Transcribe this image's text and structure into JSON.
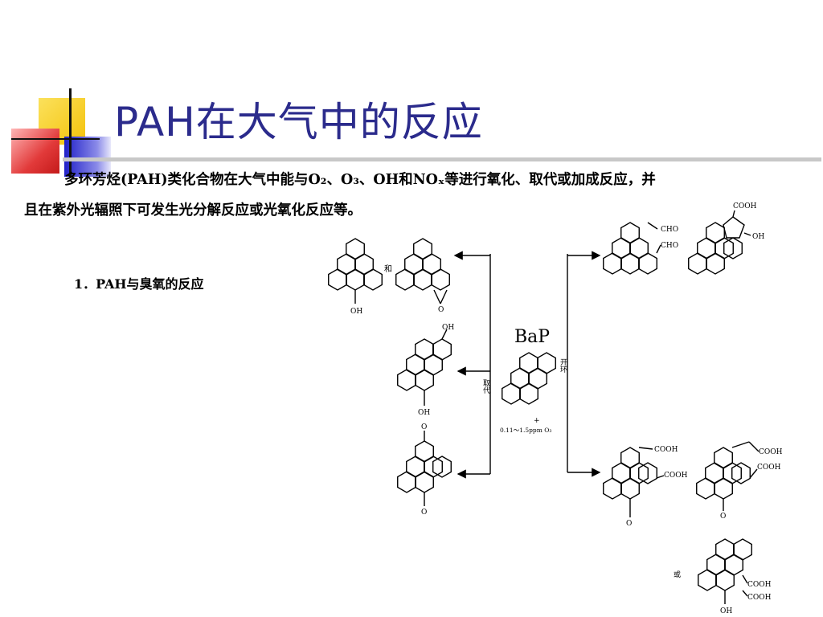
{
  "slide": {
    "title": "PAH在大气中的反应",
    "intro_line1": "多环芳烃(PAH)类化合物在大气中能与O₂、O₃、OH和NOₓ等进行氧化、取代或加成反应，并",
    "intro_line2": "且在紫外光辐照下可发生光分解反应或光氧化反应等。",
    "section_heading": "1．PAH与臭氧的反应"
  },
  "scheme": {
    "center_label": "BaP",
    "conditions_plus": "+",
    "conditions": "0.11～1.5ppm O₃",
    "arrow_left": "取代",
    "arrow_right": "开环",
    "and_label": "和",
    "or_label": "或",
    "groups": {
      "oh": "OH",
      "o": "O",
      "cho": "CHO",
      "cooh": "COOH"
    }
  },
  "colors": {
    "title": "#2b2b8c",
    "deco_yellow": "#f4cc1c",
    "deco_blue": "#2a2ad0",
    "deco_red": "#e23a3a"
  }
}
